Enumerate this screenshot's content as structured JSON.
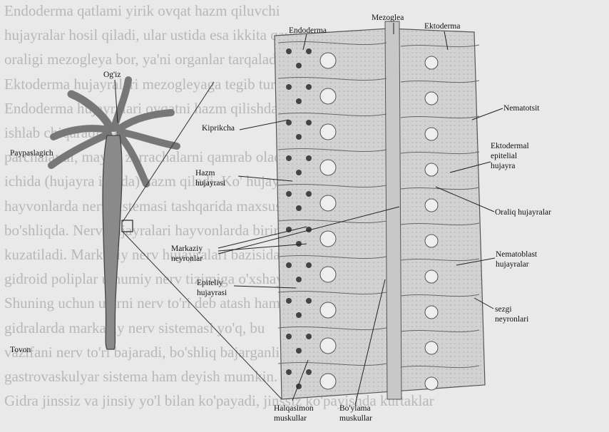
{
  "background_text": [
    "Endoderma qatlami yirik ovqat hazm qiluvchi",
    "hujayralar hosil qiladi, ular ustida esa ikkita qavat",
    "oraligi mezogleya bor, ya'ni organlar tarqaladi.",
    "Ektoderma hujayralari mezogleyaga tegib turadi.",
    "Endoderma hujayralari ovqatni hazm qilishda ishtirok",
    "ishlab chiqaradi va",
    "parchalaydi, mayda zarrachalarni qamrab oladi va",
    "ichida (hujayra ichida) hazm qiladi. Ko' hujayrali",
    "hayvonlarda nerv sistemasi tashqarida maxsus",
    "bo'shliqda. Nerv hujayralari hayvonlarda birinchi marta",
    "kuzatiladi. Markaziy nerv hujayralari bazisidan ilhatidan",
    "gidroid poliplar umumiy nerv tizimiga o'xshaydi.",
    "Shuning uchun ularni nerv to'ri deb atash ham mumkin. Lekin",
    "gidralarda markaziy nerv sistemasi yo'q, bu",
    "vazifani nerv to'ri bajaradi, bo'shliq bajarganligi uchun",
    "gastrovaskulyar sistema ham deyish mumkin.",
    "Gidra jinssiz va jinsiy yo'l bilan ko'payadi, jinssiz ko'payishda kurtaklar"
  ],
  "labels": {
    "endoderma": "Endoderma",
    "mezoglea": "Mezoglea",
    "ektoderma": "Ektoderma",
    "ogiz": "Og'iz",
    "paypaslagich": "Paypaslagich",
    "kiprikcha": "Kiprikcha",
    "nematotsit": "Nematotsit",
    "hazm_1": "Hazm",
    "hazm_2": "hujayrasi",
    "ektodermal_1": "Ektodermal",
    "ektodermal_2": "epitelial",
    "ektodermal_3": "hujayra",
    "oraliq": "Oraliq hujayralar",
    "markaziy_1": "Markaziy",
    "markaziy_2": "neyronlar",
    "nematoblast_1": "Nematoblast",
    "nematoblast_2": "hujayralar",
    "epiteliy_1": "Epiteliy",
    "epiteliy_2": "hujayrasi",
    "tovon": "Tovon",
    "sezgi_1": "sezgi",
    "sezgi_2": "neyronlari",
    "halqasimon_1": "Halqasimon",
    "halqasimon_2": "muskullar",
    "boylama_1": "Bo'ylama",
    "boylama_2": "muskullar"
  }
}
